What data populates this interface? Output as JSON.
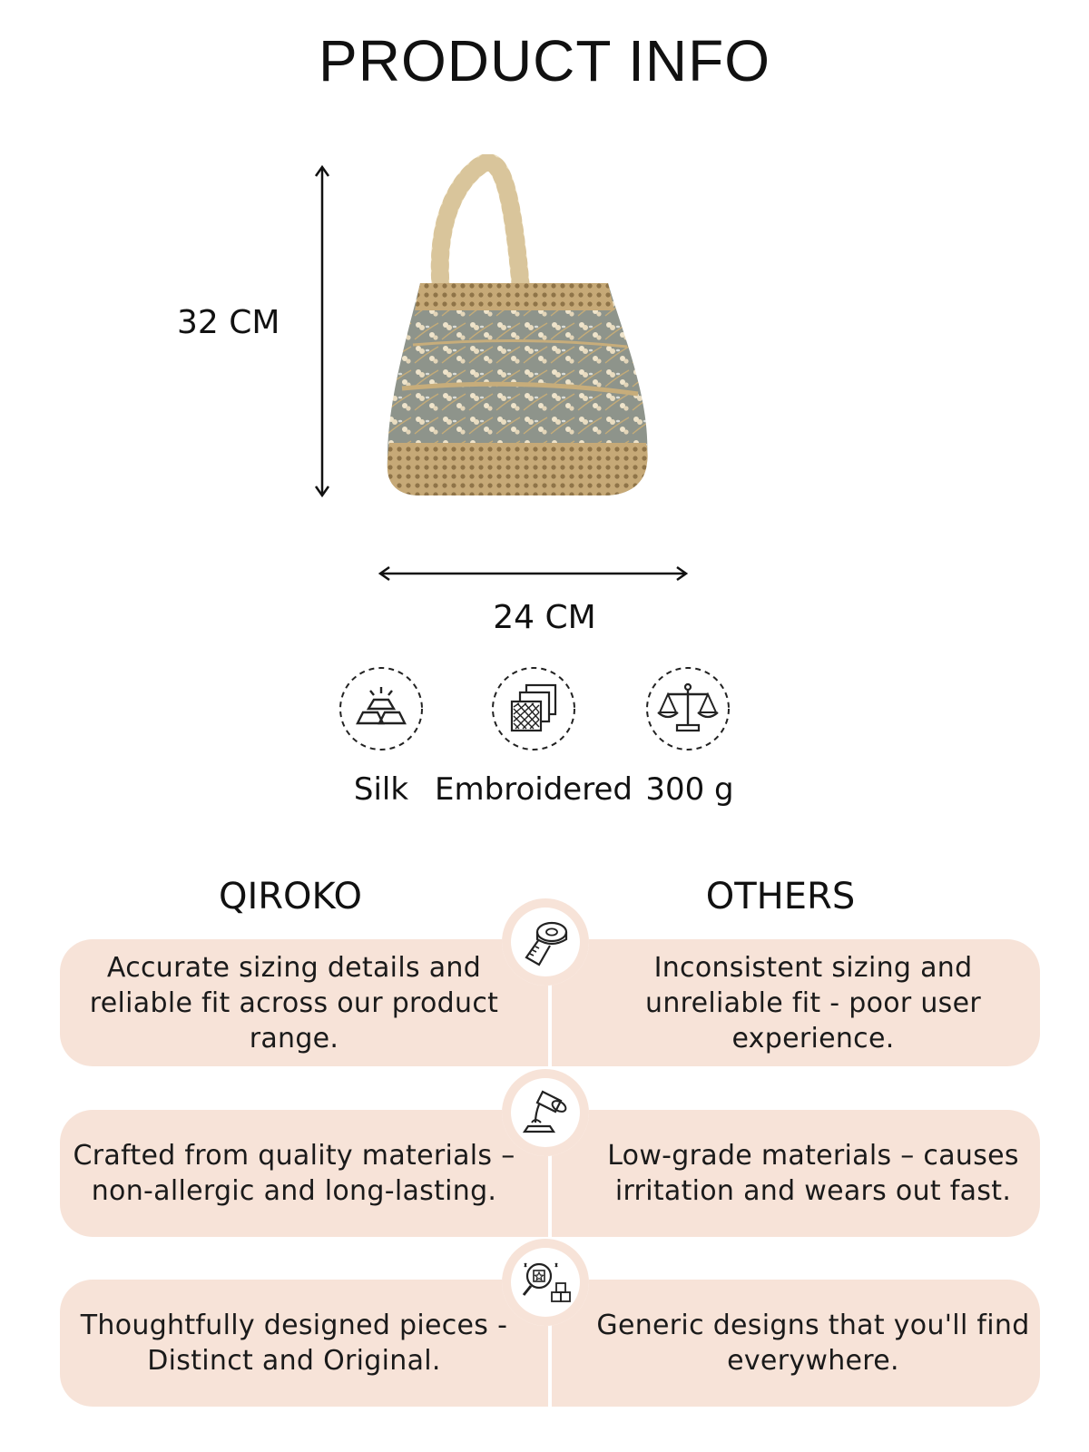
{
  "page": {
    "title": "PRODUCT INFO"
  },
  "dimensions": {
    "height": "32 CM",
    "width": "24 CM"
  },
  "features": [
    {
      "icon": "silk-bars-icon",
      "label": "Silk"
    },
    {
      "icon": "embroidered-fabric-icon",
      "label": "Embroidered"
    },
    {
      "icon": "weight-scale-icon",
      "label": "300 g"
    }
  ],
  "comparison": {
    "left_heading": "QIROKO",
    "right_heading": "OTHERS",
    "rows": [
      {
        "icon": "measuring-tape-icon",
        "left": "Accurate sizing details and reliable fit across our product range.",
        "right": "Inconsistent sizing and unreliable fit - poor user experience."
      },
      {
        "icon": "material-pour-icon",
        "left": "Crafted from quality materials – non-allergic and long-lasting.",
        "right": "Low-grade materials – causes irritation and wears out fast."
      },
      {
        "icon": "design-magnifier-icon",
        "left": "Thoughtfully designed pieces - Distinct and Original.",
        "right": "Generic designs that you'll find everywhere."
      }
    ]
  },
  "colors": {
    "card_bg": "#f7e3d8",
    "text": "#111111",
    "bag_gold": "#c9ad7e",
    "bag_grey": "#8f958c"
  }
}
